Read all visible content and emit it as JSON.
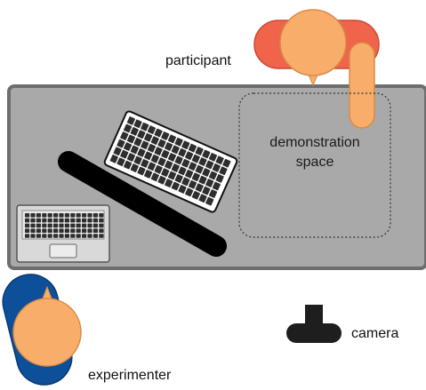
{
  "labels": {
    "participant": "participant",
    "demonstration_line1": "demonstration",
    "demonstration_line2": "space",
    "camera": "camera",
    "experimenter": "experimenter"
  },
  "colors": {
    "table": "#a9a9a9",
    "table_edge": "#6e6e6e",
    "participant_shoulders": "#f0644c",
    "participant_arm": "#f8ae6a",
    "head": "#f8ae6a",
    "experimenter_shoulders": "#0d4f98",
    "keyboard_bar": "#000000",
    "laptop_body": "#d8d8d8",
    "key": "#2e2e2e",
    "camera": "#1e1e1e"
  }
}
